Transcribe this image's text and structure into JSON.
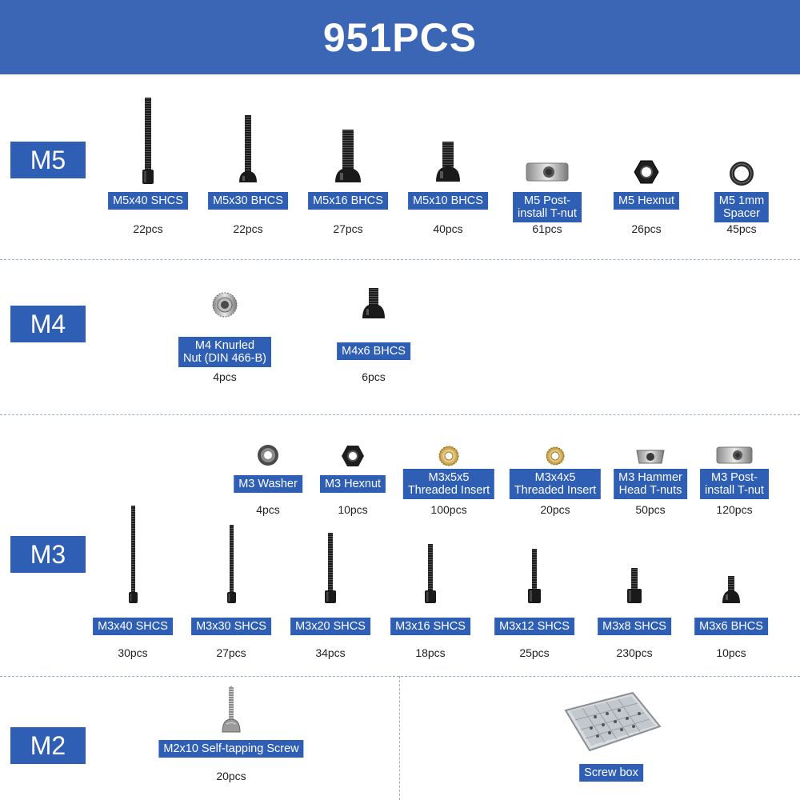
{
  "title": "951PCS",
  "sections": {
    "m5": "M5",
    "m4": "M4",
    "m3": "M3",
    "m2": "M2"
  },
  "items": {
    "m5x40_shcs": {
      "label": "M5x40 SHCS",
      "qty": "22pcs",
      "icon": "socket-head-cap-screw-icon"
    },
    "m5x30_bhcs": {
      "label": "M5x30 BHCS",
      "qty": "22pcs",
      "icon": "button-head-screw-icon"
    },
    "m5x16_bhcs": {
      "label": "M5x16 BHCS",
      "qty": "27pcs",
      "icon": "button-head-screw-icon"
    },
    "m5x10_bhcs": {
      "label": "M5x10 BHCS",
      "qty": "40pcs",
      "icon": "button-head-screw-icon"
    },
    "m5_tnut": {
      "label": "M5 Post-\ninstall T-nut",
      "qty": "61pcs",
      "icon": "t-nut-icon"
    },
    "m5_hexnut": {
      "label": "M5 Hexnut",
      "qty": "26pcs",
      "icon": "hex-nut-icon"
    },
    "m5_spacer": {
      "label": "M5 1mm\nSpacer",
      "qty": "45pcs",
      "icon": "spacer-icon"
    },
    "m4_knurled": {
      "label": "M4 Knurled\nNut (DIN 466-B)",
      "qty": "4pcs",
      "icon": "knurled-nut-icon"
    },
    "m4x6_bhcs": {
      "label": "M4x6 BHCS",
      "qty": "6pcs",
      "icon": "button-head-screw-icon"
    },
    "m3_washer": {
      "label": "M3 Washer",
      "qty": "4pcs",
      "icon": "washer-icon"
    },
    "m3_hexnut": {
      "label": "M3 Hexnut",
      "qty": "10pcs",
      "icon": "hex-nut-icon"
    },
    "m3x5x5_insert": {
      "label": "M3x5x5\nThreaded Insert",
      "qty": "100pcs",
      "icon": "threaded-insert-icon"
    },
    "m3x4x5_insert": {
      "label": "M3x4x5\nThreaded Insert",
      "qty": "20pcs",
      "icon": "threaded-insert-icon"
    },
    "m3_hammer": {
      "label": "M3 Hammer\nHead T-nuts",
      "qty": "50pcs",
      "icon": "hammer-head-t-nut-icon"
    },
    "m3_tnut": {
      "label": "M3 Post-\ninstall T-nut",
      "qty": "120pcs",
      "icon": "t-nut-icon"
    },
    "m3x40_shcs": {
      "label": "M3x40 SHCS",
      "qty": "30pcs",
      "icon": "socket-head-cap-screw-icon"
    },
    "m3x30_shcs": {
      "label": "M3x30 SHCS",
      "qty": "27pcs",
      "icon": "socket-head-cap-screw-icon"
    },
    "m3x20_shcs": {
      "label": "M3x20 SHCS",
      "qty": "34pcs",
      "icon": "socket-head-cap-screw-icon"
    },
    "m3x16_shcs": {
      "label": "M3x16 SHCS",
      "qty": "18pcs",
      "icon": "socket-head-cap-screw-icon"
    },
    "m3x12_shcs": {
      "label": "M3x12 SHCS",
      "qty": "25pcs",
      "icon": "socket-head-cap-screw-icon"
    },
    "m3x8_shcs": {
      "label": "M3x8 SHCS",
      "qty": "230pcs",
      "icon": "socket-head-cap-screw-icon"
    },
    "m3x6_bhcs": {
      "label": "M3x6 BHCS",
      "qty": "10pcs",
      "icon": "button-head-screw-icon"
    },
    "m2x10_screw": {
      "label": "M2x10 Self-tapping Screw",
      "qty": "20pcs",
      "icon": "self-tapping-screw-icon"
    },
    "screw_box": {
      "label": "Screw box",
      "icon": "screw-box-icon"
    }
  },
  "colors": {
    "header": "#3b66b6",
    "label_bg": "#2f5fb5",
    "divider": "#9ab0c0"
  }
}
